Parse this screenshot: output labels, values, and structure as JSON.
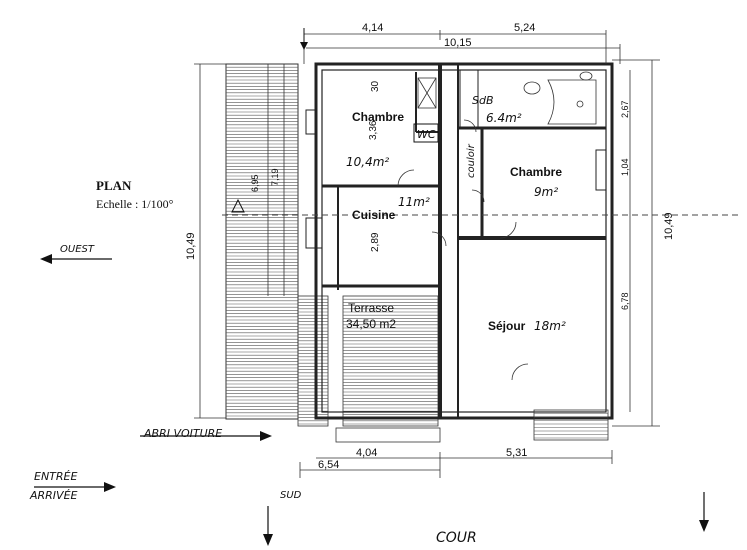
{
  "title": "PLAN",
  "scale": "Echelle : 1/100°",
  "compass": {
    "west": "OUEST",
    "south": "SUD",
    "courtyard": "COUR"
  },
  "entrance": {
    "line1": "ENTRÉE",
    "line2": "ARRIVÉE"
  },
  "carport": "ABRI VOITURE",
  "dimensions": {
    "top_left": "4,14",
    "top_right": "5,24",
    "top_total": "10,15",
    "left_height": "10,49",
    "right_height": "10,49",
    "bottom_left": "4,04",
    "bottom_right": "5,31",
    "bottom_outer": "6,54",
    "chambre1_height": "3,36",
    "cuisine_height": "2,89",
    "right_lower": "6,78",
    "right_upper": "2,67",
    "right_mid": "1,04",
    "inner_left_a": "6,95",
    "inner_left_b": "7,19",
    "chambre1_top": "30"
  },
  "rooms": {
    "chambre1_name": "Chambre",
    "chambre1_area": "10,4m²",
    "wc": "WC",
    "sdb_name": "SdB",
    "sdb_area": "6.4m²",
    "couloir": "couloir",
    "chambre2_name": "Chambre",
    "chambre2_area": "9m²",
    "cuisine_name": "Cuisine",
    "cuisine_area": "11m²",
    "terrasse_name": "Terrasse",
    "terrasse_area": "34,50 m2",
    "sejour_name": "Séjour",
    "sejour_area": "18m²"
  }
}
